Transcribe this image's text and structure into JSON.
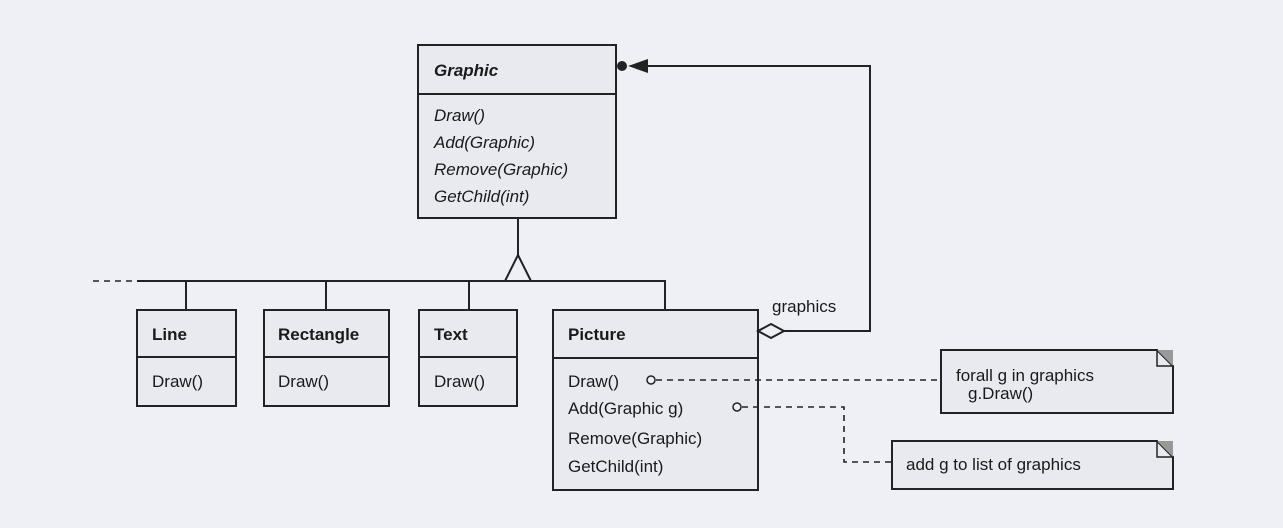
{
  "classes": {
    "graphic": {
      "name": "Graphic",
      "methods": [
        "Draw()",
        "Add(Graphic)",
        "Remove(Graphic)",
        "GetChild(int)"
      ]
    },
    "line": {
      "name": "Line",
      "methods": [
        "Draw()"
      ]
    },
    "rectangle": {
      "name": "Rectangle",
      "methods": [
        "Draw()"
      ]
    },
    "text": {
      "name": "Text",
      "methods": [
        "Draw()"
      ]
    },
    "picture": {
      "name": "Picture",
      "methods": [
        "Draw()",
        "Add(Graphic g)",
        "Remove(Graphic)",
        "GetChild(int)"
      ]
    }
  },
  "association_label": "graphics",
  "notes": {
    "draw_note": [
      "forall g in graphics",
      "g.Draw()"
    ],
    "add_note": "add g to list of graphics"
  }
}
